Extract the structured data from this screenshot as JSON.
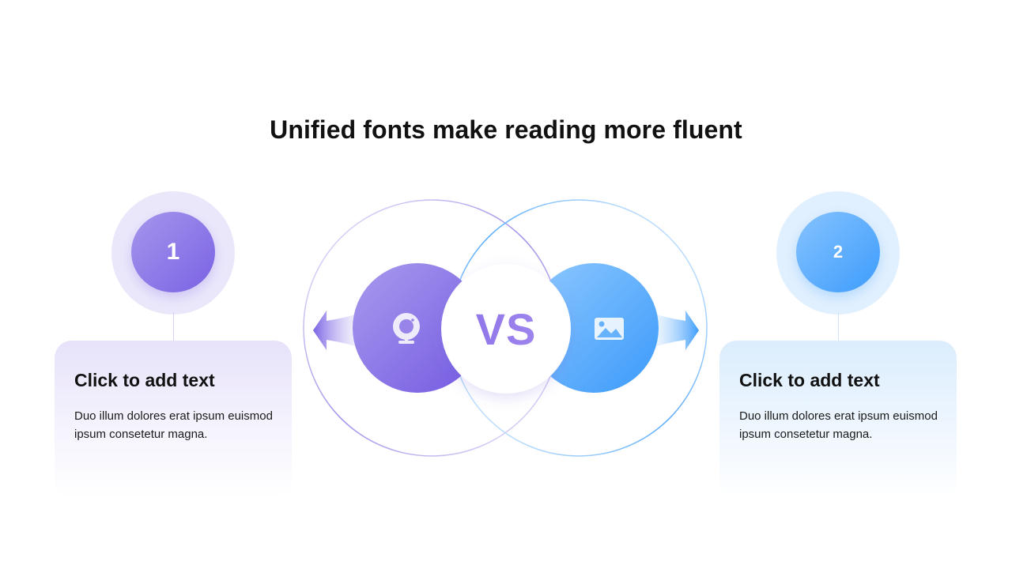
{
  "title": "Unified fonts make reading more fluent",
  "center": {
    "vs_label": "VS"
  },
  "left": {
    "number": "1",
    "heading": "Click to add text",
    "body": "Duo illum dolores erat ipsum euismod ipsum consetetur magna.",
    "icon": "webcam-icon",
    "color_start": "#a596ec",
    "color_end": "#7b62e4"
  },
  "right": {
    "number": "2",
    "heading": "Click to add text",
    "body": "Duo illum dolores erat ipsum euismod ipsum consetetur magna.",
    "icon": "image-icon",
    "color_start": "#86c3ff",
    "color_end": "#3d9cfb"
  }
}
